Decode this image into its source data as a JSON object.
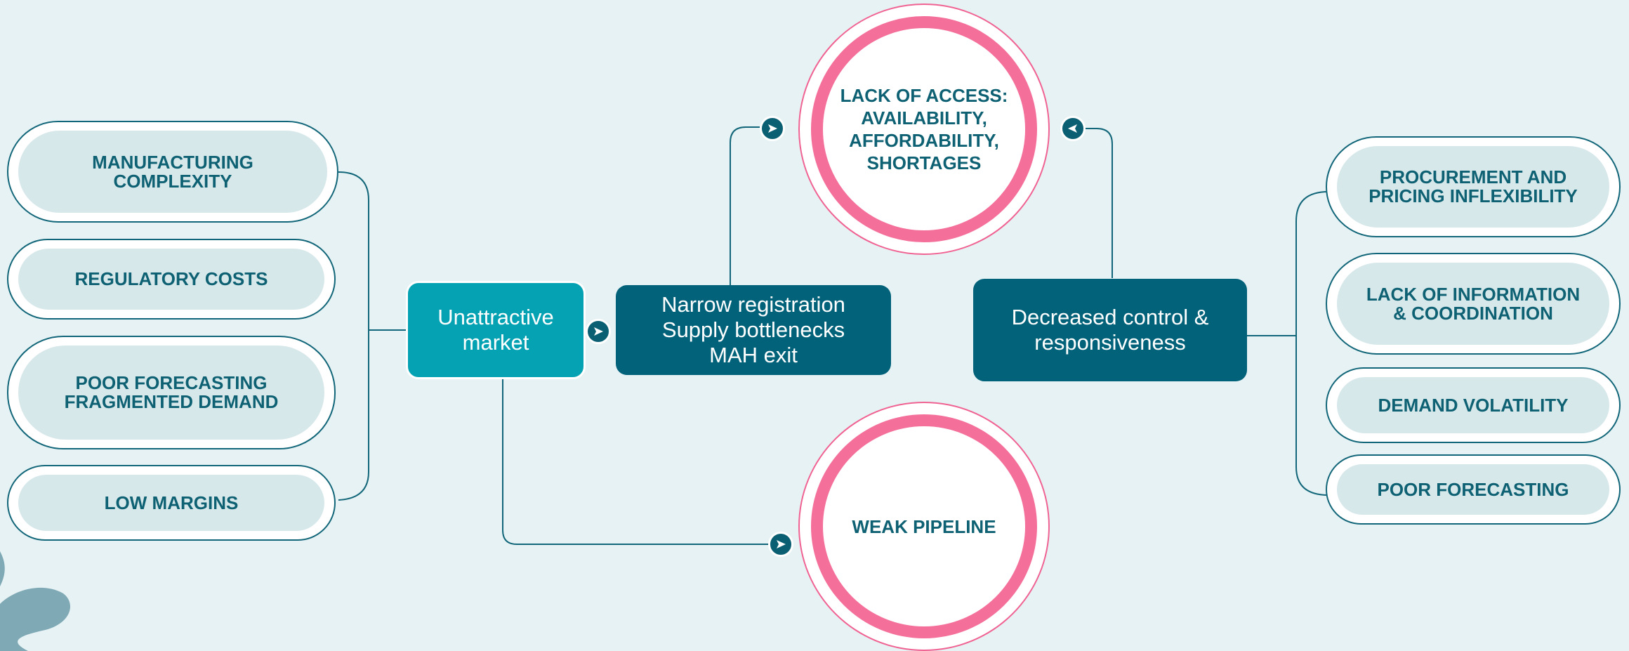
{
  "left_factors": [
    {
      "label": "MANUFACTURING\nCOMPLEXITY"
    },
    {
      "label": "REGULATORY COSTS"
    },
    {
      "label": "POOR FORECASTING\nFRAGMENTED DEMAND"
    },
    {
      "label": "LOW MARGINS"
    }
  ],
  "center_boxes": {
    "unattractive": "Unattractive\nmarket",
    "narrow": "Narrow registration\nSupply bottlenecks\nMAH exit",
    "decreased": "Decreased control &\nresponsiveness"
  },
  "outcomes": {
    "access": "LACK OF ACCESS:\nAVAILABILITY,\nAFFORDABILITY,\nSHORTAGES",
    "pipeline": "WEAK PIPELINE"
  },
  "right_factors": [
    {
      "label": "PROCUREMENT AND\nPRICING INFLEXIBILITY"
    },
    {
      "label": "LACK OF INFORMATION\n& COORDINATION"
    },
    {
      "label": "DEMAND VOLATILITY"
    },
    {
      "label": "POOR FORECASTING"
    }
  ],
  "colors": {
    "background": "#e6f2f3",
    "pill_fill": "#d7e8eb",
    "teal_light": "#04a2b2",
    "teal_dark": "#02627a",
    "pink": "#f46f9a",
    "text": "#0e6173"
  }
}
